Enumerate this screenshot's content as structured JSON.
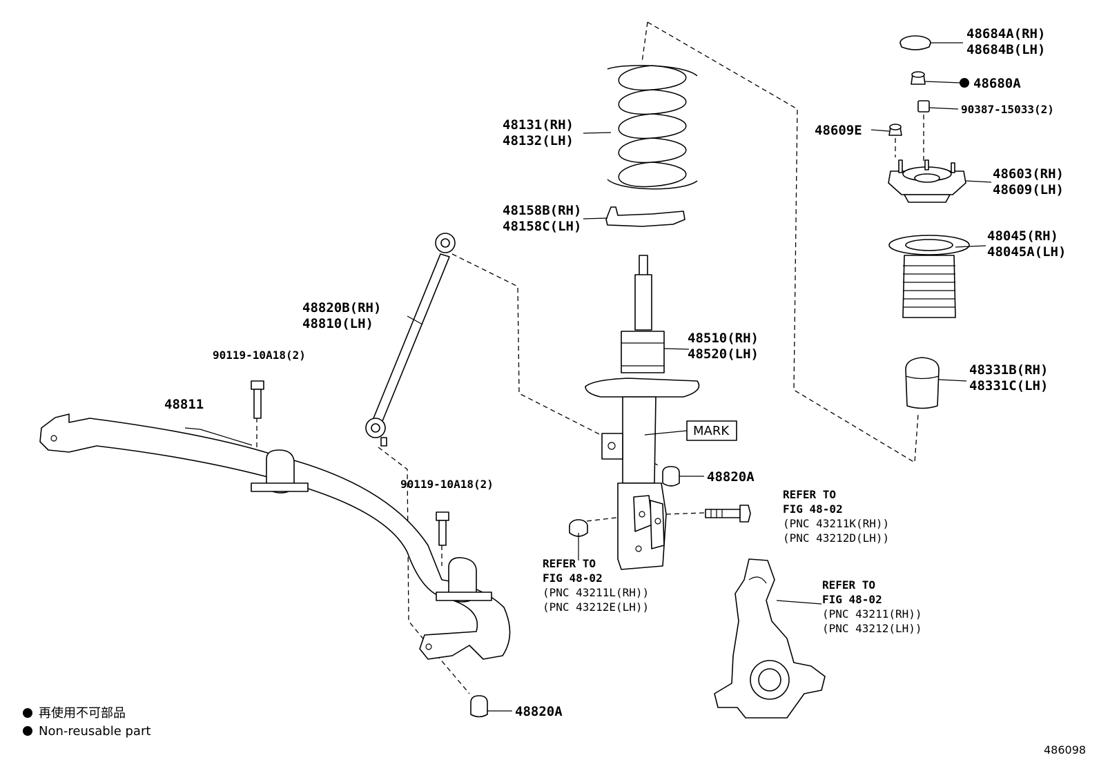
{
  "labels": {
    "cap_rh": "48684A(RH)",
    "cap_lh": "48684B(LH)",
    "nut_top": "48680A",
    "collar": "90387-15033(2)",
    "nut_mount": "48609E",
    "support_rh": "48603(RH)",
    "support_lh": "48609(LH)",
    "boot_rh": "48045(RH)",
    "boot_lh": "48045A(LH)",
    "bumper_rh": "48331B(RH)",
    "bumper_lh": "48331C(LH)",
    "spring_rh": "48131(RH)",
    "spring_lh": "48132(LH)",
    "insulator_rh": "48158B(RH)",
    "insulator_lh": "48158C(LH)",
    "link_rh": "48820B(RH)",
    "link_lh": "48810(LH)",
    "bolt_upper": "90119-10A18(2)",
    "bolt_lower": "90119-10A18(2)",
    "stab_bar": "48811",
    "strut_rh": "48510(RH)",
    "strut_lh": "48520(LH)",
    "mark": "MARK",
    "nut_link_upper": "48820A",
    "nut_link_lower": "48820A"
  },
  "refs": {
    "bolt": {
      "l1": "REFER TO",
      "l2": "FIG 48-02",
      "l3": "(PNC 43211K(RH))",
      "l4": "(PNC 43212D(LH))"
    },
    "nut": {
      "l1": "REFER TO",
      "l2": "FIG 48-02",
      "l3": "(PNC 43211L(RH))",
      "l4": "(PNC 43212E(LH))"
    },
    "knuckle": {
      "l1": "REFER TO",
      "l2": "FIG 48-02",
      "l3": "(PNC 43211(RH))",
      "l4": "(PNC 43212(LH))"
    }
  },
  "legend": {
    "line1": "再使用不可部品",
    "line2": "Non-reusable part"
  },
  "figure_id": "486098"
}
